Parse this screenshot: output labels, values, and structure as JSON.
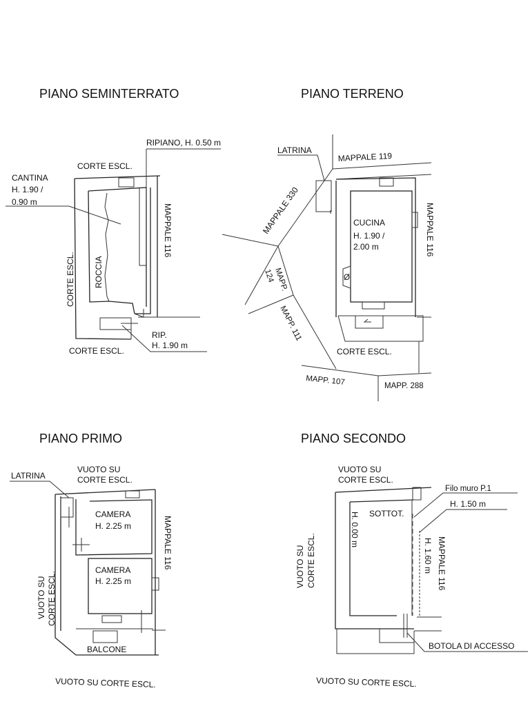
{
  "seminterrato": {
    "title": "PIANO SEMINTERRATO",
    "ripiano": "RIPIANO, H. 0.50 m",
    "corte_top": "CORTE ESCL.",
    "cantina": [
      "CANTINA",
      "H. 1.90 /",
      "0.90 m"
    ],
    "mappale": "MAPPALE 116",
    "corte_left": "CORTE ESCL.",
    "roccia": "ROCCIA",
    "rip": [
      "RIP.",
      "H. 1.90 m"
    ],
    "corte_bottom": "CORTE ESCL."
  },
  "terreno": {
    "title": "PIANO TERRENO",
    "latrina": "LATRINA",
    "mappale_119": "MAPPALE 119",
    "mappale_330": "MAPPALE 330",
    "cucina": [
      "CUCINA",
      "H. 1.90 /",
      "2.00 m"
    ],
    "mappale_116": "MAPPALE 116",
    "mapp_124": [
      "MAPP.",
      "124"
    ],
    "mapp_111": "MAPP. 111",
    "corte": "CORTE ESCL.",
    "mapp_107": "MAPP. 107",
    "mapp_288": "MAPP. 288",
    "symbol": "Ø"
  },
  "primo": {
    "title": "PIANO PRIMO",
    "latrina": "LATRINA",
    "vuoto_top": [
      "VUOTO SU",
      "CORTE ESCL."
    ],
    "camera_1": [
      "CAMERA",
      "H. 2.25 m"
    ],
    "camera_2": [
      "CAMERA",
      "H. 2.25 m"
    ],
    "mappale": "MAPPALE 116",
    "vuoto_left": [
      "VUOTO SU",
      "CORTE ESCL."
    ],
    "balcone": "BALCONE",
    "footer": "VUOTO SU CORTE ESCL."
  },
  "secondo": {
    "title": "PIANO SECONDO",
    "vuoto_top": [
      "VUOTO SU",
      "CORTE ESCL."
    ],
    "filo_muro": "Filo muro P.1",
    "h150": "H. 1.50 m",
    "sottot": "SOTTOT.",
    "h000": "H. 0.00 m",
    "h160": "H. 1.60 m",
    "mappale": "MAPPALE 116",
    "vuoto_left": [
      "VUOTO SU",
      "CORTE ESCL."
    ],
    "botola": "BOTOLA DI ACCESSO",
    "footer": "VUOTO SU CORTE ESCL."
  }
}
